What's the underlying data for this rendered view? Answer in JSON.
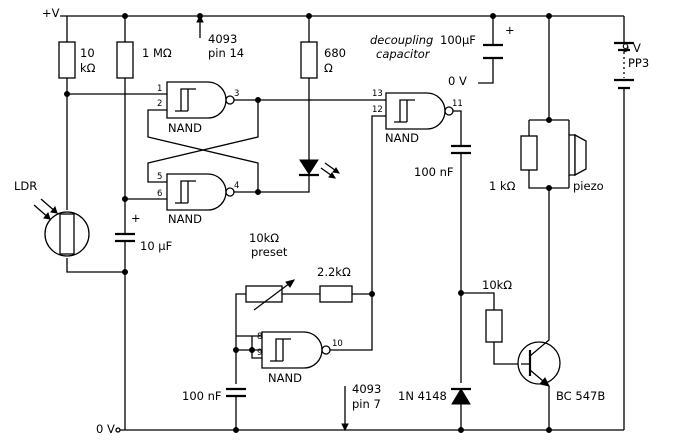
{
  "rails": {
    "positive": "+V",
    "zero": "0 V"
  },
  "resistors": {
    "r_ldr_bias_value": "10",
    "r_ldr_bias_unit": "kΩ",
    "r_1meg": "1 MΩ",
    "r_led_value": "680",
    "r_led_unit": "Ω",
    "r_piezo": "1 kΩ",
    "r_preset_value": "10kΩ",
    "r_preset_type": "preset",
    "r_series": "2.2kΩ",
    "r_base": "10kΩ"
  },
  "ic_notes": {
    "power_pin_ic": "4093",
    "power_pin": "pin 14",
    "ground_pin_ic": "4093",
    "ground_pin": "pin 7"
  },
  "capacitors": {
    "decoupling_line1": "decoupling",
    "decoupling_line2": "capacitor",
    "decoupling_value": "100µF",
    "decoupling_gnd": "0 V",
    "c_timing": "10 µF",
    "c_couple": "100 nF",
    "c_osc": "100 nF",
    "polarity": "+"
  },
  "gates": {
    "label": "NAND"
  },
  "pins": {
    "g1_in_a": "1",
    "g1_in_b": "2",
    "g1_out": "3",
    "g2_in_a": "5",
    "g2_in_b": "6",
    "g2_out": "4",
    "g3_in_a": "13",
    "g3_in_b": "12",
    "g3_out": "11",
    "g4_in_a": "8",
    "g4_in_b": "9",
    "g4_out": "10"
  },
  "components": {
    "ldr": "LDR",
    "battery_voltage": "9 V",
    "battery_type": "PP3",
    "piezo": "piezo",
    "diode": "1N 4148",
    "transistor": "BC 547B"
  }
}
